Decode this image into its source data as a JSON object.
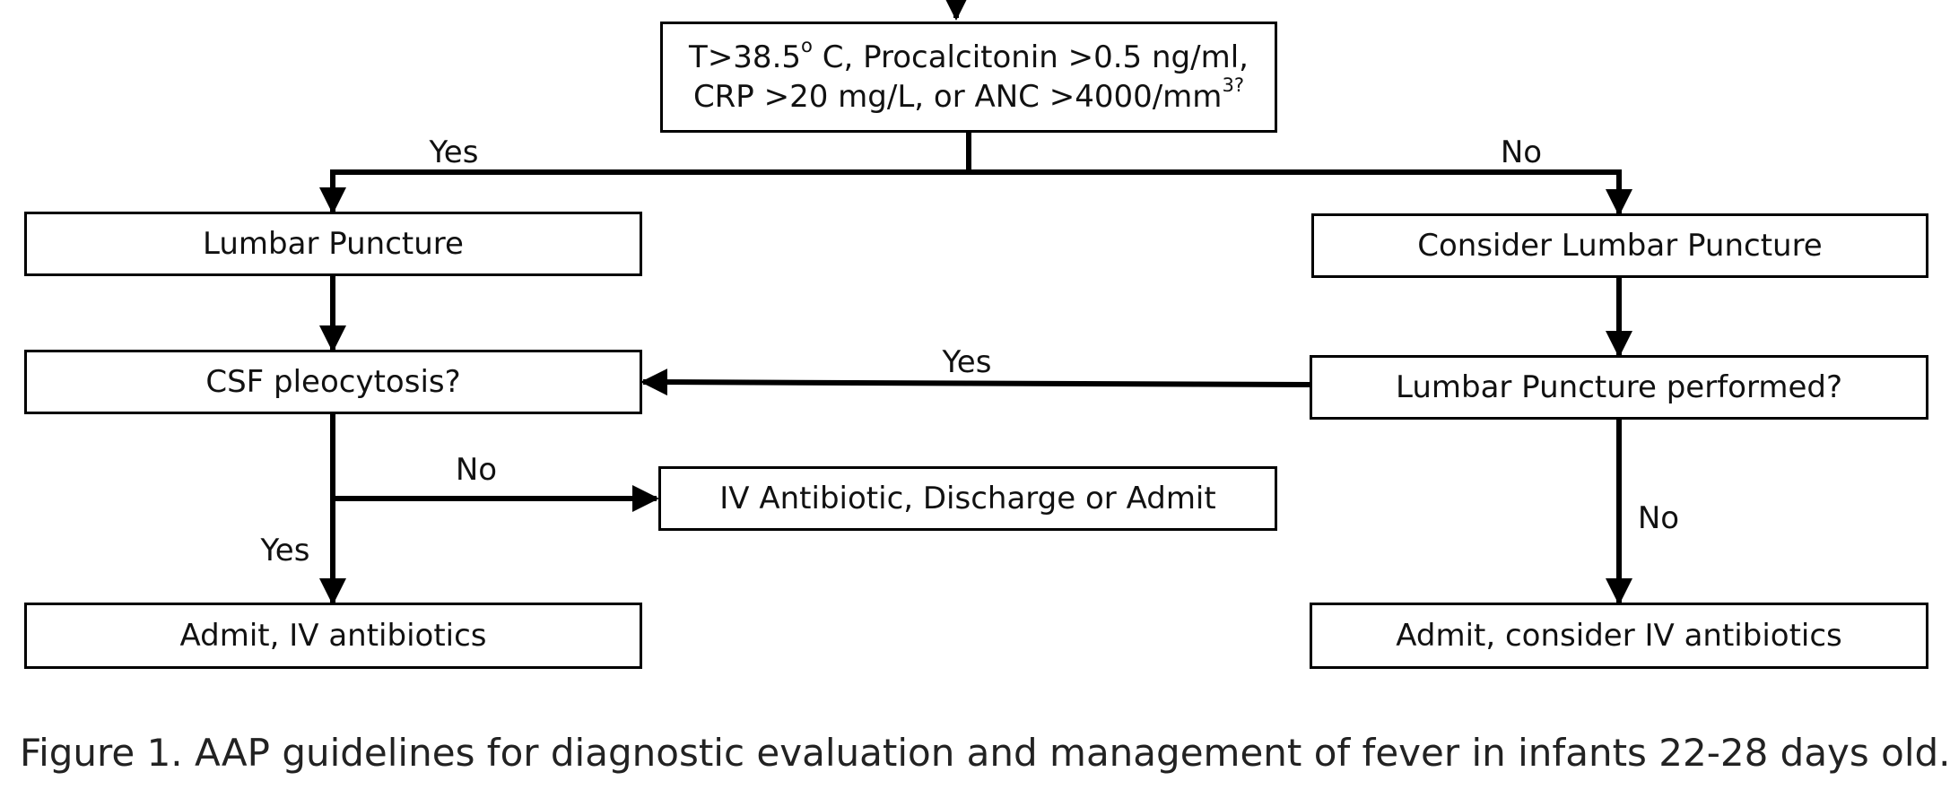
{
  "nodes": {
    "start": {
      "line1": "T>38.5",
      "line1_sup": "o",
      "line1_rest": " C, Procalcitonin >0.5 ng/ml,",
      "line2": "CRP >20 mg/L, or ANC >4000/mm",
      "line2_sup": "3?"
    },
    "lumbar_puncture": "Lumbar Puncture",
    "consider_lumbar_puncture": "Consider Lumbar Puncture",
    "csf_pleocytosis": "CSF pleocytosis?",
    "lp_performed": "Lumbar Puncture performed?",
    "iv_discharge_admit": "IV Antibiotic, Discharge or Admit",
    "admit_iv": "Admit, IV antibiotics",
    "admit_consider_iv": "Admit, consider IV antibiotics"
  },
  "edge_labels": {
    "start_yes": "Yes",
    "start_no": "No",
    "lp_performed_yes": "Yes",
    "csf_no": "No",
    "csf_yes": "Yes",
    "lp_performed_no": "No"
  },
  "caption": "Figure 1. AAP guidelines for diagnostic evaluation and management of fever in infants 22-28 days old."
}
